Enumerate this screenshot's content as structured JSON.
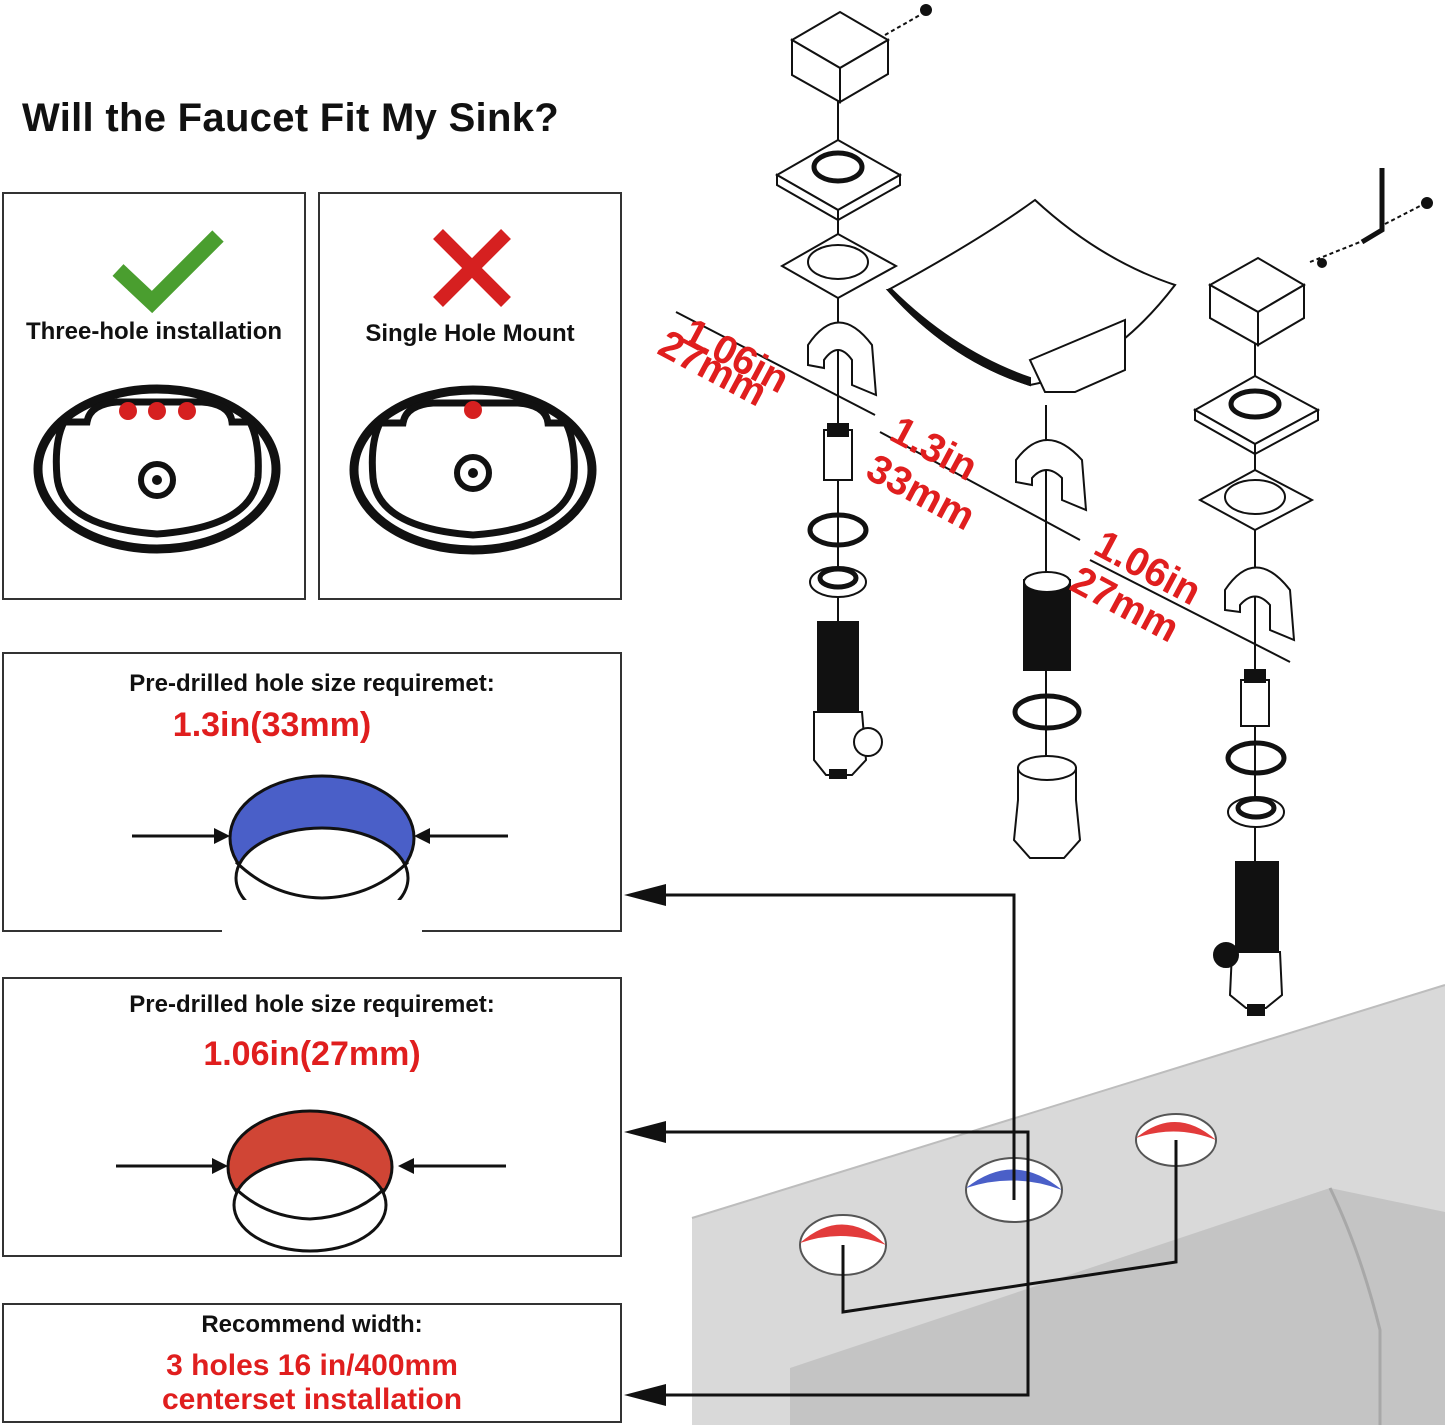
{
  "title": "Will the Faucet Fit My Sink?",
  "three_hole": {
    "label": "Three-hole installation",
    "icon": "check-icon",
    "color": "#4a9e2f"
  },
  "single_hole": {
    "label": "Single Hole Mount",
    "icon": "x-icon",
    "color": "#d62020"
  },
  "hole_33": {
    "heading": "Pre-drilled hole size requiremet:",
    "value": "1.3in(33mm)",
    "color": "#4a5fc8"
  },
  "hole_27": {
    "heading": "Pre-drilled hole size requiremet:",
    "value": "1.06in(27mm)",
    "color": "#d04535"
  },
  "width": {
    "heading": "Recommend width:",
    "line1": "3 holes 16 in/400mm",
    "line2": "centerset installation"
  },
  "dims": [
    {
      "in": "1.06in",
      "mm": "27mm"
    },
    {
      "in": "1.3in",
      "mm": "33mm"
    },
    {
      "in": "1.06in",
      "mm": "27mm"
    }
  ],
  "colors": {
    "accent_red": "#e01e1e",
    "outline": "#111111",
    "counter": "#d9d9d9"
  }
}
